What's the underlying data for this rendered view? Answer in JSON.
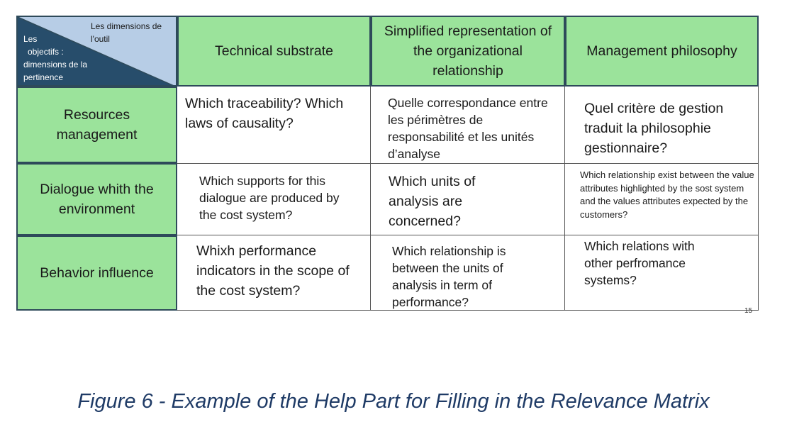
{
  "corner": {
    "top_right": "Les dimensions de l'outil",
    "bottom_left_line1": "Les",
    "bottom_left_line2": "objectifs :",
    "bottom_left_line3": "dimensions de la",
    "bottom_left_line4": "pertinence"
  },
  "columns": [
    "Technical substrate",
    "Simplified representation of the organizational relationship",
    "Management philosophy"
  ],
  "rows": [
    {
      "label": "Resources management",
      "cells": [
        "Which traceability? Which laws of causality?",
        "Quelle correspondance entre les périmètres de responsabilité et les unités d’analyse",
        "Quel critère de gestion traduit la philosophie gestionnaire?"
      ]
    },
    {
      "label": "Dialogue whith the environment",
      "cells": [
        "Which supports for this dialogue are produced by the cost system?",
        "Which units of analysis are concerned?",
        "Which relationship exist between the value attributes highlighted by the sost system and the values attributes expected by the customers?"
      ]
    },
    {
      "label": "Behavior influence",
      "cells": [
        "Whixh performance indicators in the scope of the cost system?",
        "Which relationship is between the units of analysis in term of performance?",
        "Which relations with other perfromance systems?"
      ]
    }
  ],
  "page_number": "15",
  "caption": "Figure 6 - Example of the Help Part for Filling in the Relevance Matrix",
  "colors": {
    "green": "#9be39b",
    "corner_dark": "#274d6b",
    "corner_light": "#b7cde6",
    "caption": "#1f3b66"
  }
}
